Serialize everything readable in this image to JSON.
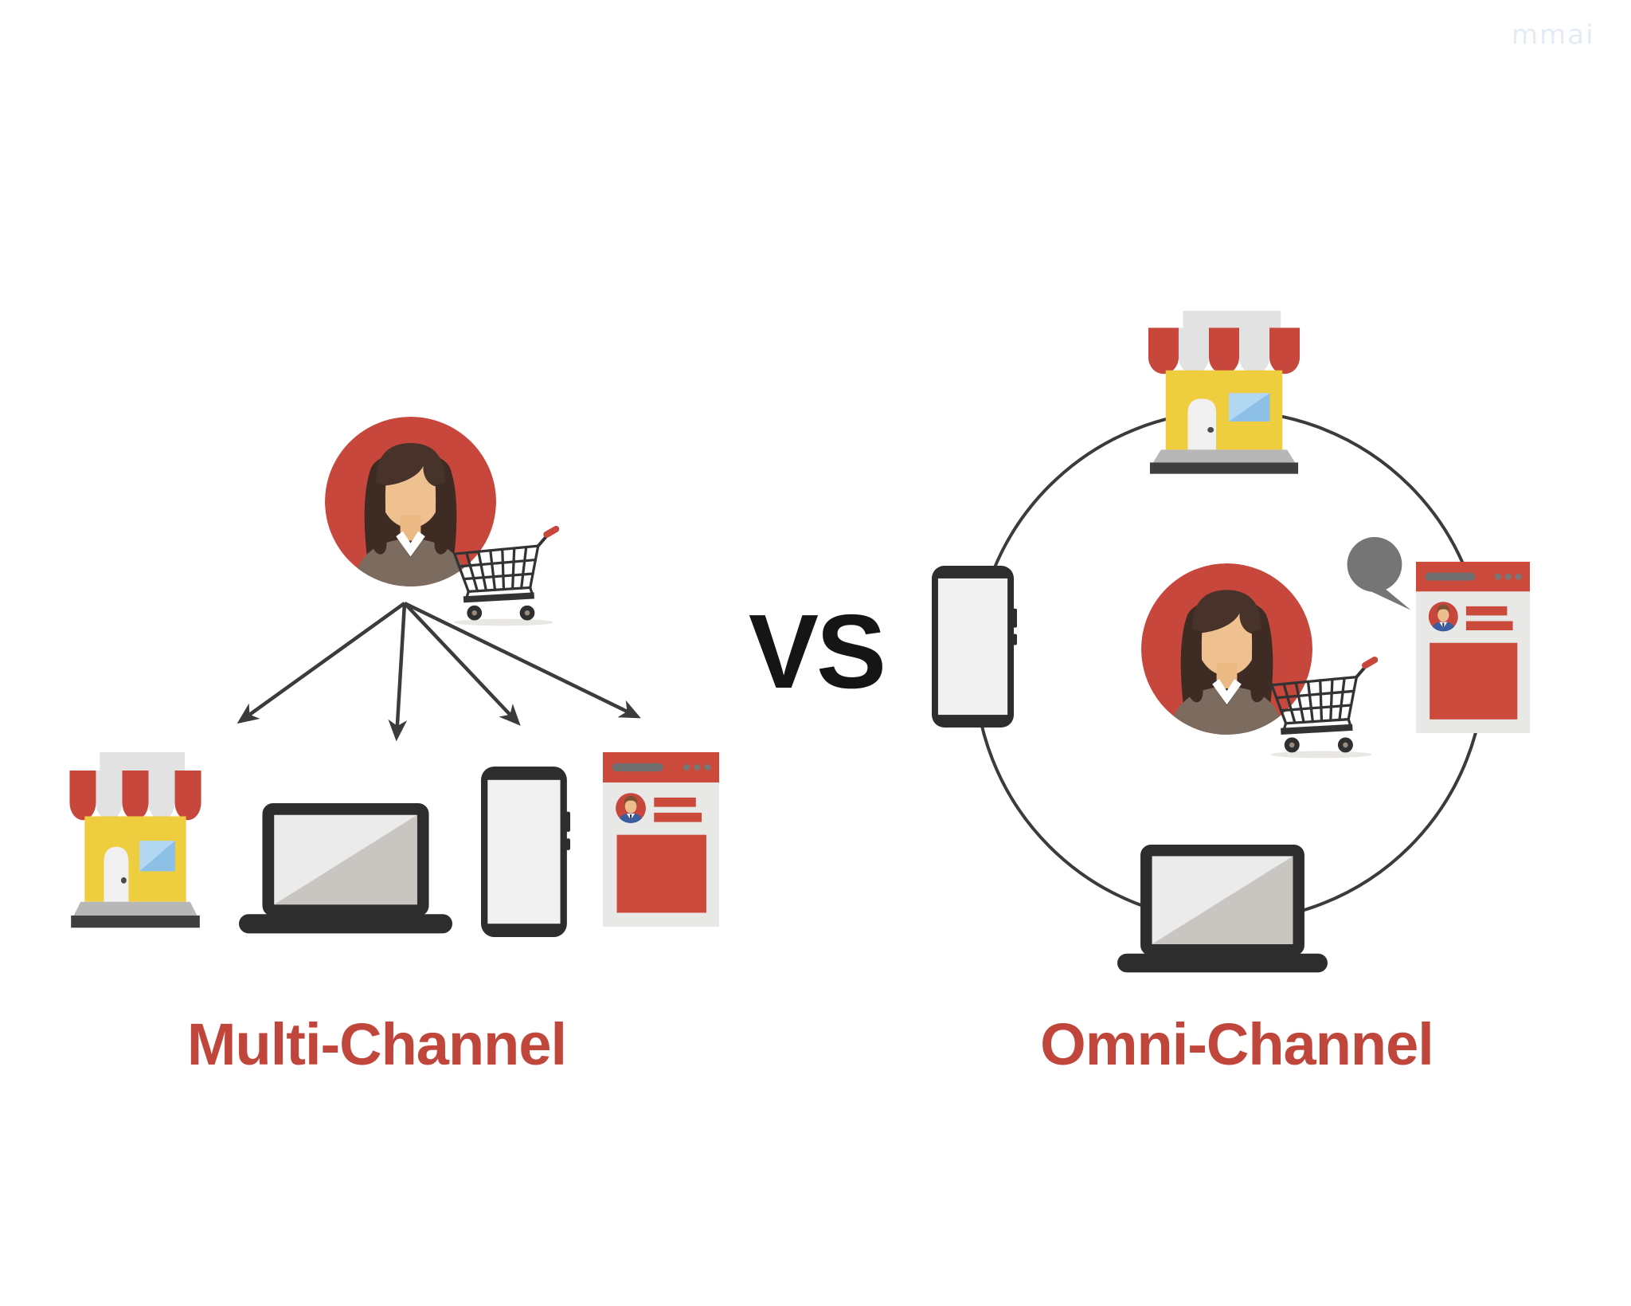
{
  "watermark": "mmai",
  "divider": {
    "label": "VS"
  },
  "left_panel": {
    "label": "Multi-Channel",
    "customer_icon": "woman-shopper-with-cart",
    "channel_icons": [
      "storefront",
      "laptop",
      "smartphone",
      "web-profile-page"
    ],
    "connector": "four-separate-arrows"
  },
  "right_panel": {
    "label": "Omni-Channel",
    "customer_icon": "woman-shopper-with-cart",
    "channel_icons": [
      "storefront",
      "smartphone",
      "laptop",
      "web-profile-page"
    ],
    "extra_icons": [
      "speech-bubble"
    ],
    "connector": "single-connecting-circle"
  },
  "colors": {
    "accent_red": "#c7473c",
    "label_red": "#c0453a",
    "store_yellow": "#eecd3e",
    "window_blue": "#b2d7f2",
    "device_dark": "#2d2d2d",
    "connector_dark": "#3b3b3b",
    "bubble_gray": "#757575",
    "page_background": "#ffffff"
  }
}
